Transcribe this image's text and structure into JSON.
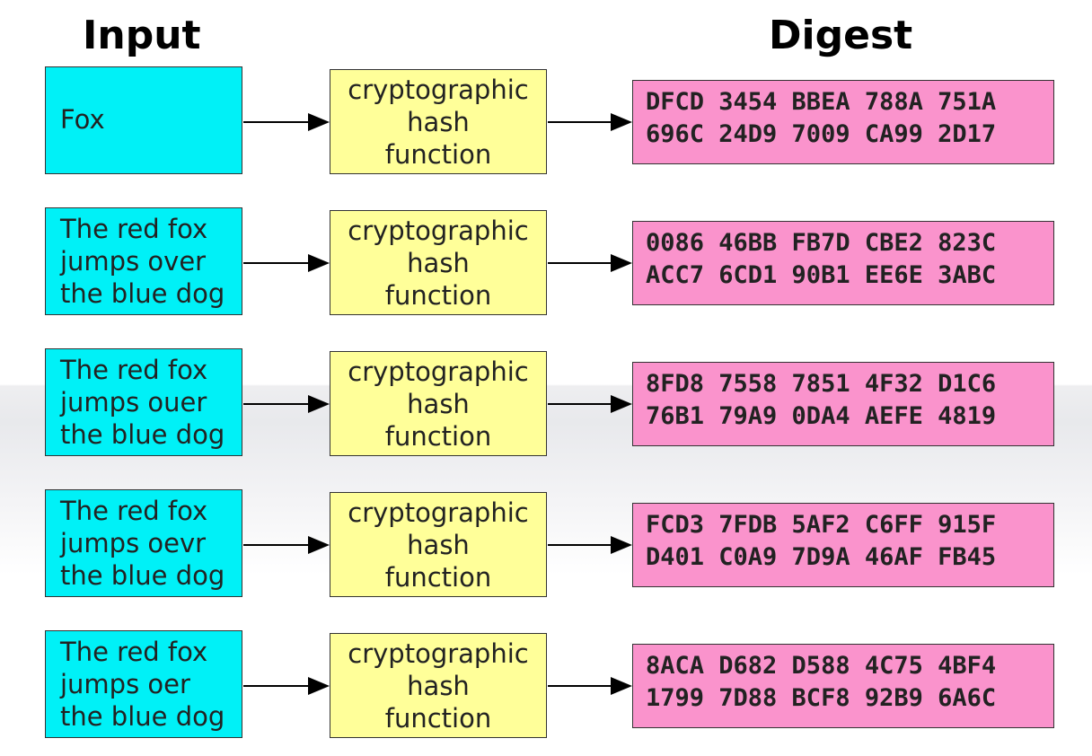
{
  "headers": {
    "input": "Input",
    "digest": "Digest"
  },
  "hash_function": {
    "line1": "cryptographic",
    "line2": "hash",
    "line3": "function"
  },
  "rows": [
    {
      "input": "Fox",
      "digest_line1": "DFCD 3454 BBEA 788A 751A",
      "digest_line2": "696C 24D9 7009 CA99 2D17"
    },
    {
      "input": "The red fox\njumps over\nthe blue dog",
      "digest_line1": "0086 46BB FB7D CBE2 823C",
      "digest_line2": "ACC7 6CD1 90B1 EE6E 3ABC"
    },
    {
      "input": "The red fox\njumps ouer\nthe blue dog",
      "digest_line1": "8FD8 7558 7851 4F32 D1C6",
      "digest_line2": "76B1 79A9 0DA4 AEFE 4819"
    },
    {
      "input": "The red fox\njumps oevr\nthe blue dog",
      "digest_line1": "FCD3 7FDB 5AF2 C6FF 915F",
      "digest_line2": "D401 C0A9 7D9A 46AF FB45"
    },
    {
      "input": "The red fox\njumps oer\nthe blue dog",
      "digest_line1": "8ACA D682 D588 4C75 4BF4",
      "digest_line2": "1799 7D88 BCF8 92B9 6A6C"
    }
  ],
  "colors": {
    "input_box": "#00f1f7",
    "hash_box": "#ffff99",
    "digest_box": "#fa93cc"
  }
}
